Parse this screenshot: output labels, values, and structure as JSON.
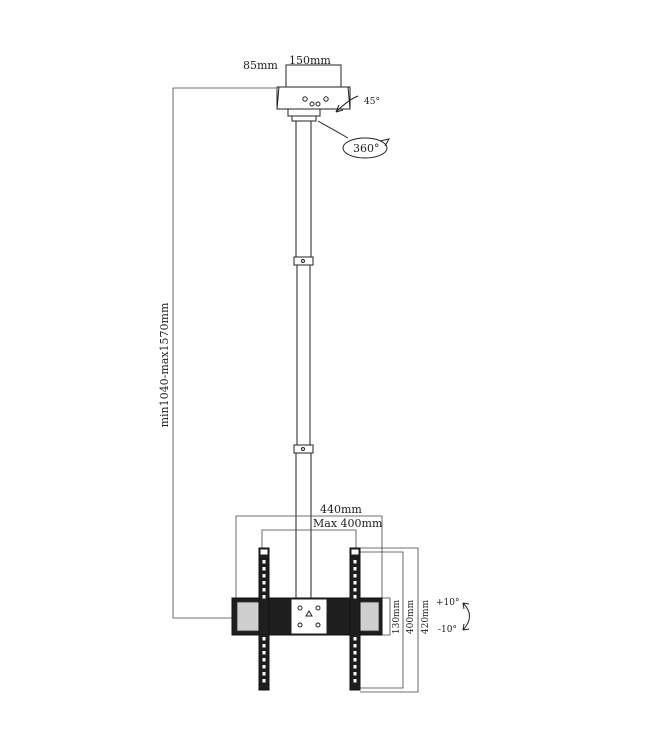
{
  "dimensions": {
    "base_depth": "85mm",
    "base_width": "150mm",
    "pole_height": "min1040-max1570mm",
    "arms_width": "440mm",
    "max_vesa": "Max 400mm",
    "bracket_height": "130mm",
    "arm_height": "400mm",
    "total_height": "420mm"
  },
  "angles": {
    "ceiling_tilt": "45°",
    "swivel": "360°",
    "tilt_up": "+10°",
    "tilt_down": "-10°"
  }
}
